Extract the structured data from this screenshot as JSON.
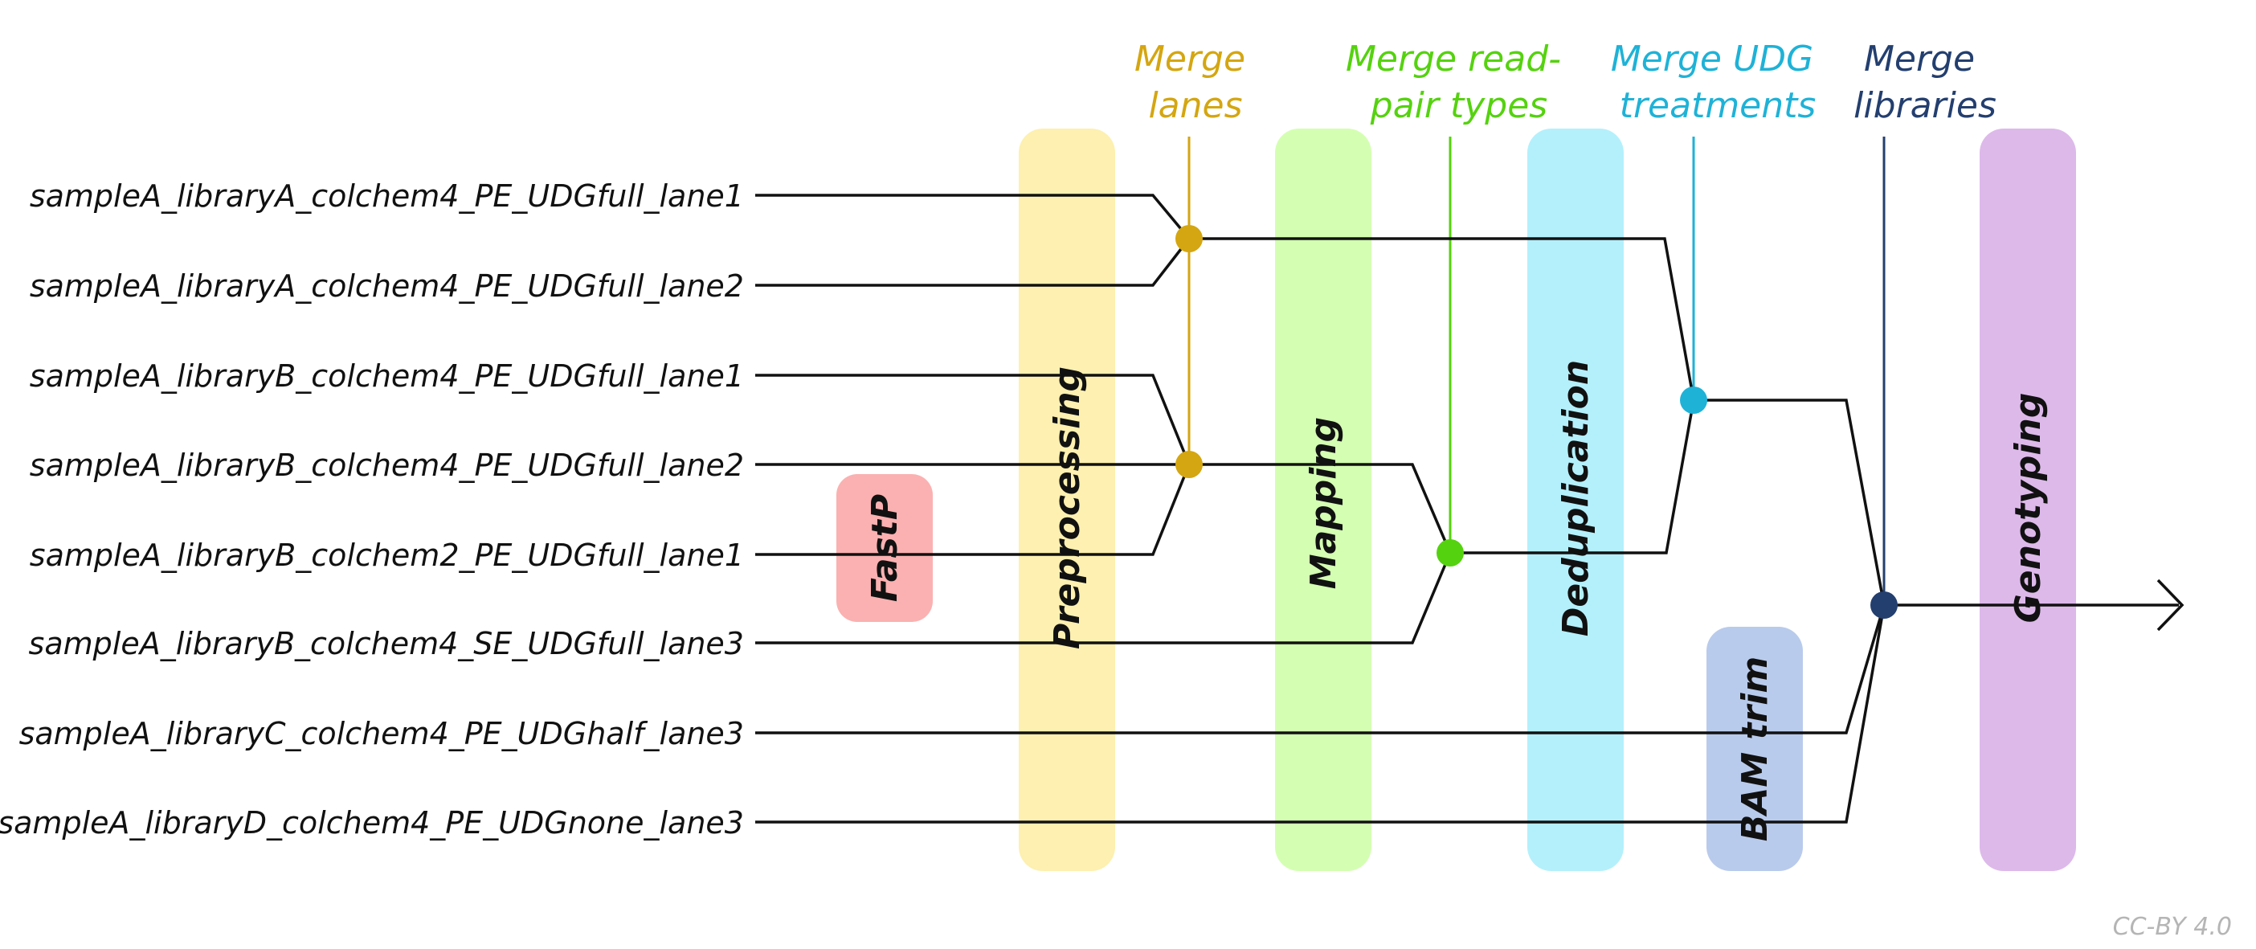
{
  "samples": [
    "sampleA_libraryA_colchem4_PE_UDGfull_lane1",
    "sampleA_libraryA_colchem4_PE_UDGfull_lane2",
    "sampleA_libraryB_colchem4_PE_UDGfull_lane1",
    "sampleA_libraryB_colchem4_PE_UDGfull_lane2",
    "sampleA_libraryB_colchem2_PE_UDGfull_lane1",
    "sampleA_libraryB_colchem4_SE_UDGfull_lane3",
    "sampleA_libraryC_colchem4_PE_UDGhalf_lane3",
    "sampleA_libraryD_colchem4_PE_UDGnone_lane3"
  ],
  "steps": {
    "fastp": "FastP",
    "preprocessing": "Preprocessing",
    "mapping": "Mapping",
    "deduplication": "Deduplication",
    "bam_trim": "BAM trim",
    "genotyping": "Genotyping"
  },
  "merges": {
    "lanes": [
      "Merge",
      "lanes"
    ],
    "read_pair_types": [
      "Merge read-",
      "pair types"
    ],
    "udg_treatments": [
      "Merge UDG",
      "treatments"
    ],
    "libraries": [
      "Merge",
      "libraries"
    ]
  },
  "license": "CC-BY 4.0",
  "colors": {
    "fastp": "#fbb1b1",
    "preprocessing": "#fdf0b0",
    "mapping": "#d4ffb2",
    "deduplication": "#b4f0fc",
    "bam_trim": "#b9cbec",
    "genotyping": "#ddb9ea",
    "merge_lanes": "#d4a611",
    "merge_read_pair_types": "#55d20f",
    "merge_udg_treatments": "#1fb2d7",
    "merge_libraries": "#233f6f"
  }
}
